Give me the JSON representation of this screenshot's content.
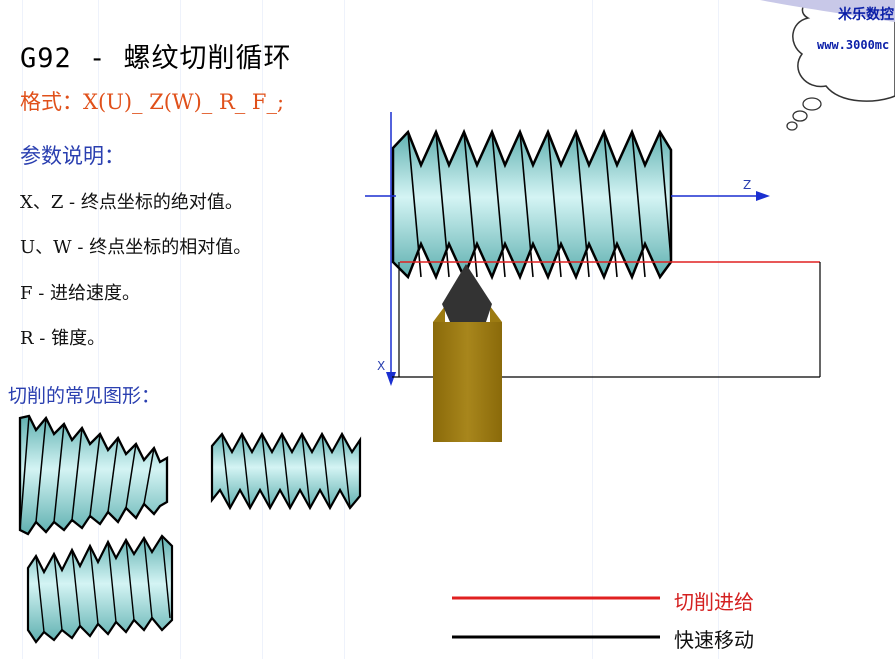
{
  "title": "G92 - 螺纹切削循环",
  "format": "格式：X(U)_ Z(W)_ R_ F_;",
  "params": {
    "heading": "参数说明：",
    "items": [
      "X、Z - 终点坐标的绝对值。",
      "U、W - 终点坐标的相对值。",
      "F - 进给速度。",
      "R - 锥度。"
    ]
  },
  "shapes_heading": "切削的常见图形：",
  "diagram": {
    "axis_z": "Z",
    "axis_x": "X"
  },
  "legend": {
    "cut": "切削进给",
    "rapid": "快速移动"
  },
  "brand": {
    "name": "米乐数控",
    "url": "www.3000mc"
  },
  "colors": {
    "thread_fill": "#7ec8c8",
    "thread_highlight": "#d4f4f4",
    "tool_body": "#9c7b12",
    "tool_tip": "#333333",
    "cut_line": "#e02020",
    "rapid_line": "#000000",
    "axis": "#1a2fd0",
    "format_text": "#e0501a",
    "heading_text": "#2a3fb0"
  }
}
